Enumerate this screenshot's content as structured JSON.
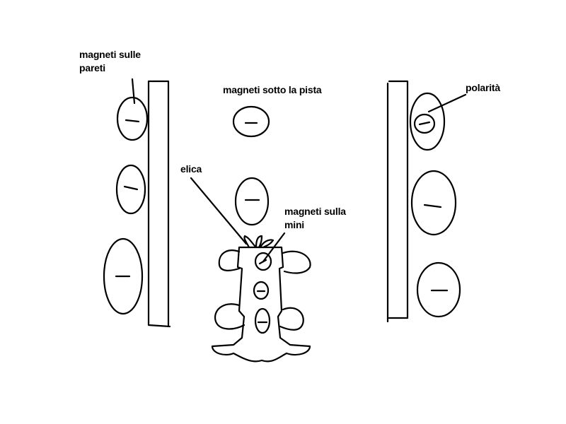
{
  "labels": {
    "wall_magnets_line1": "magneti sulle",
    "wall_magnets_line2": "pareti",
    "track_magnets": "magneti sotto la pista",
    "polarity": "polarità",
    "propeller": "elica",
    "car_magnets_line1": "magneti sulla",
    "car_magnets_line2": "mini"
  },
  "colors": {
    "ink": "#000000",
    "background": "#ffffff"
  }
}
